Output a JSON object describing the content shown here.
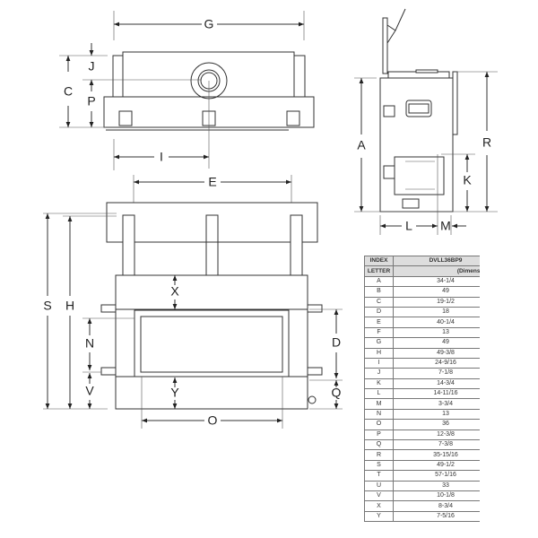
{
  "diagram": {
    "labels": {
      "G": "G",
      "J": "J",
      "C": "C",
      "P": "P",
      "I": "I",
      "E": "E",
      "S": "S",
      "H": "H",
      "X": "X",
      "N": "N",
      "V": "V",
      "Y": "Y",
      "O": "O",
      "D": "D",
      "Q": "Q",
      "A": "A",
      "R": "R",
      "K": "K",
      "L": "L",
      "M": "M"
    }
  },
  "table": {
    "header_index_1": "INDEX",
    "header_index_2": "LETTER",
    "header_model": "DVLL36BP9",
    "header_units": "(Dimensions)",
    "rows": [
      [
        "A",
        "34-1/4"
      ],
      [
        "B",
        "49"
      ],
      [
        "C",
        "19-1/2"
      ],
      [
        "D",
        "18"
      ],
      [
        "E",
        "40-1/4"
      ],
      [
        "F",
        "13"
      ],
      [
        "G",
        "49"
      ],
      [
        "H",
        "49-3/8"
      ],
      [
        "I",
        "24-9/16"
      ],
      [
        "J",
        "7-1/8"
      ],
      [
        "K",
        "14-3/4"
      ],
      [
        "L",
        "14-11/16"
      ],
      [
        "M",
        "3-3/4"
      ],
      [
        "N",
        "13"
      ],
      [
        "O",
        "36"
      ],
      [
        "P",
        "12-3/8"
      ],
      [
        "Q",
        "7-3/8"
      ],
      [
        "R",
        "35-15/16"
      ],
      [
        "S",
        "49-1/2"
      ],
      [
        "T",
        "57-1/16"
      ],
      [
        "U",
        "33"
      ],
      [
        "V",
        "10-1/8"
      ],
      [
        "X",
        "8-3/4"
      ],
      [
        "Y",
        "7-5/16"
      ]
    ]
  }
}
